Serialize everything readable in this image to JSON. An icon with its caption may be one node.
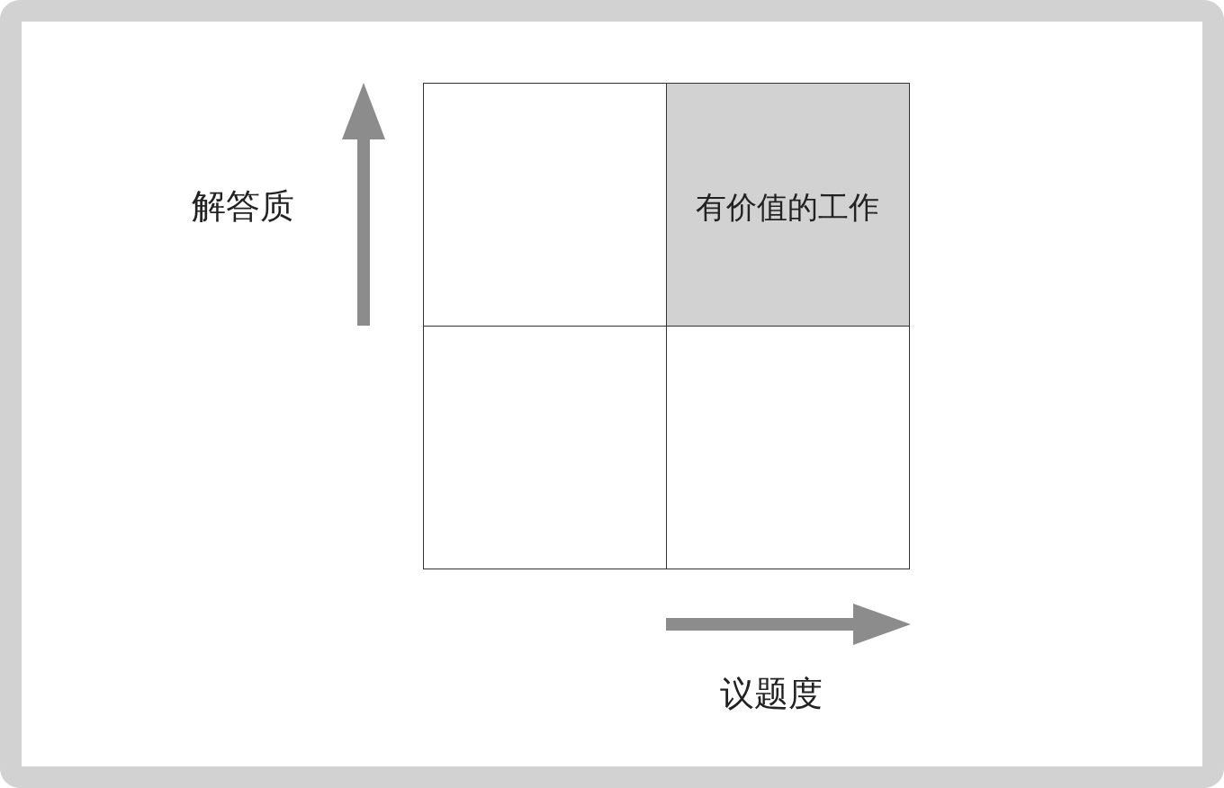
{
  "diagram": {
    "nodes": [
      {
        "text": [],
        "shape": "box"
      },
      {
        "text": [
          "有价值的工作"
        ]
      },
      {
        "text": [],
        "shape": "box"
      },
      {
        "text": [],
        "shape": "box"
      }
    ],
    "labels": [
      "解答质",
      "议题度"
    ]
  }
}
